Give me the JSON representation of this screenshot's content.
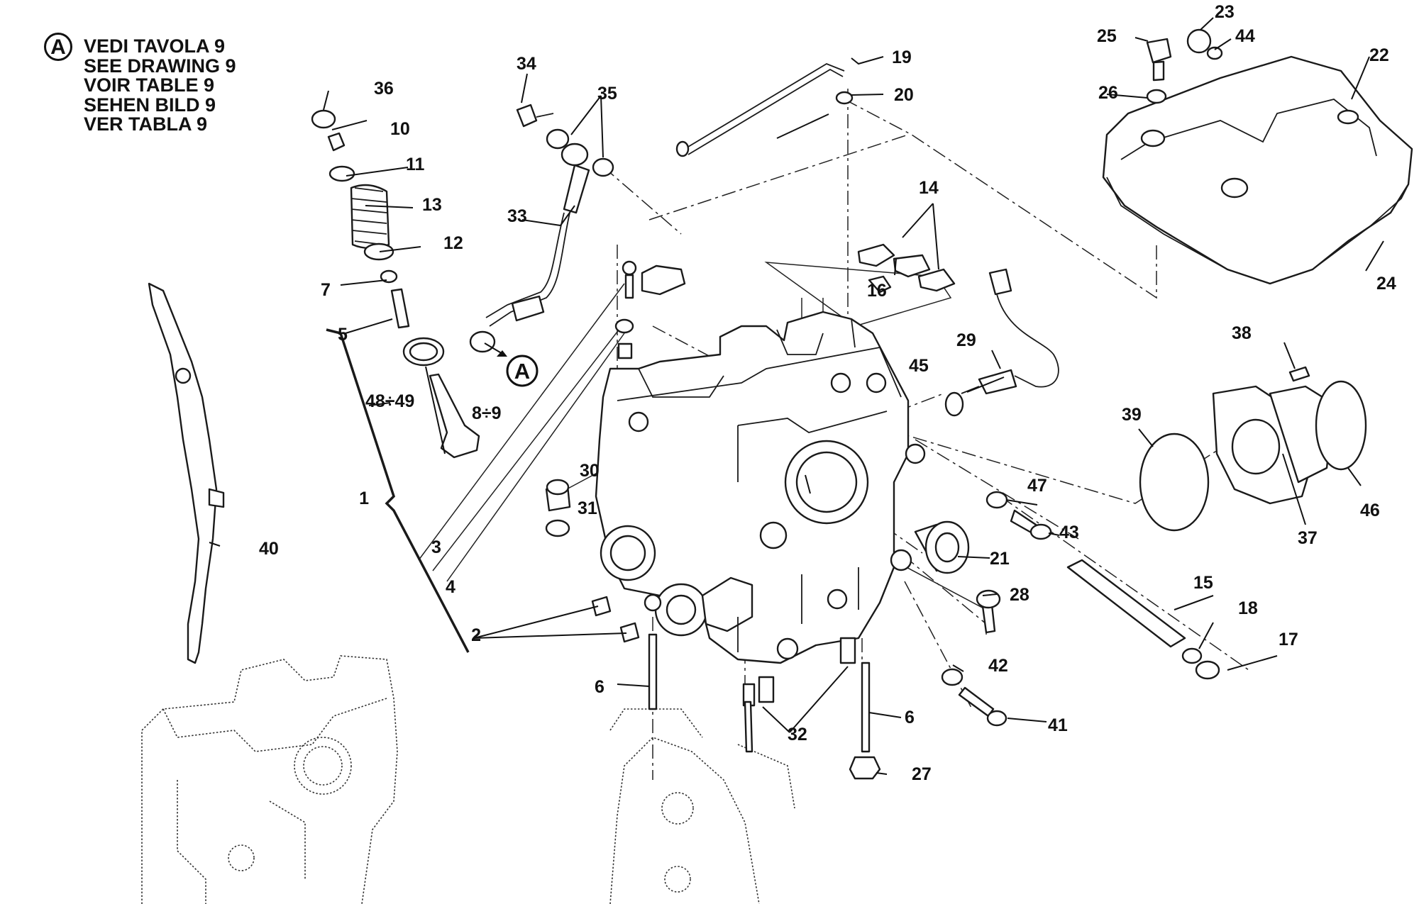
{
  "legend": {
    "badge": "A",
    "lines": [
      "VEDI TAVOLA 9",
      "SEE DRAWING 9",
      "VOIR TABLE 9",
      "SEHEN BILD 9",
      "VER TABLA 9"
    ]
  },
  "reference_marker": "A",
  "callouts": [
    "1",
    "2",
    "3",
    "4",
    "5",
    "6",
    "7",
    "8÷9",
    "10",
    "11",
    "12",
    "13",
    "14",
    "15",
    "16",
    "17",
    "18",
    "19",
    "20",
    "21",
    "22",
    "23",
    "24",
    "25",
    "26",
    "27",
    "28",
    "29",
    "30",
    "31",
    "32",
    "33",
    "34",
    "35",
    "36",
    "37",
    "38",
    "39",
    "40",
    "41",
    "42",
    "43",
    "44",
    "45",
    "46",
    "47",
    "48÷49"
  ]
}
